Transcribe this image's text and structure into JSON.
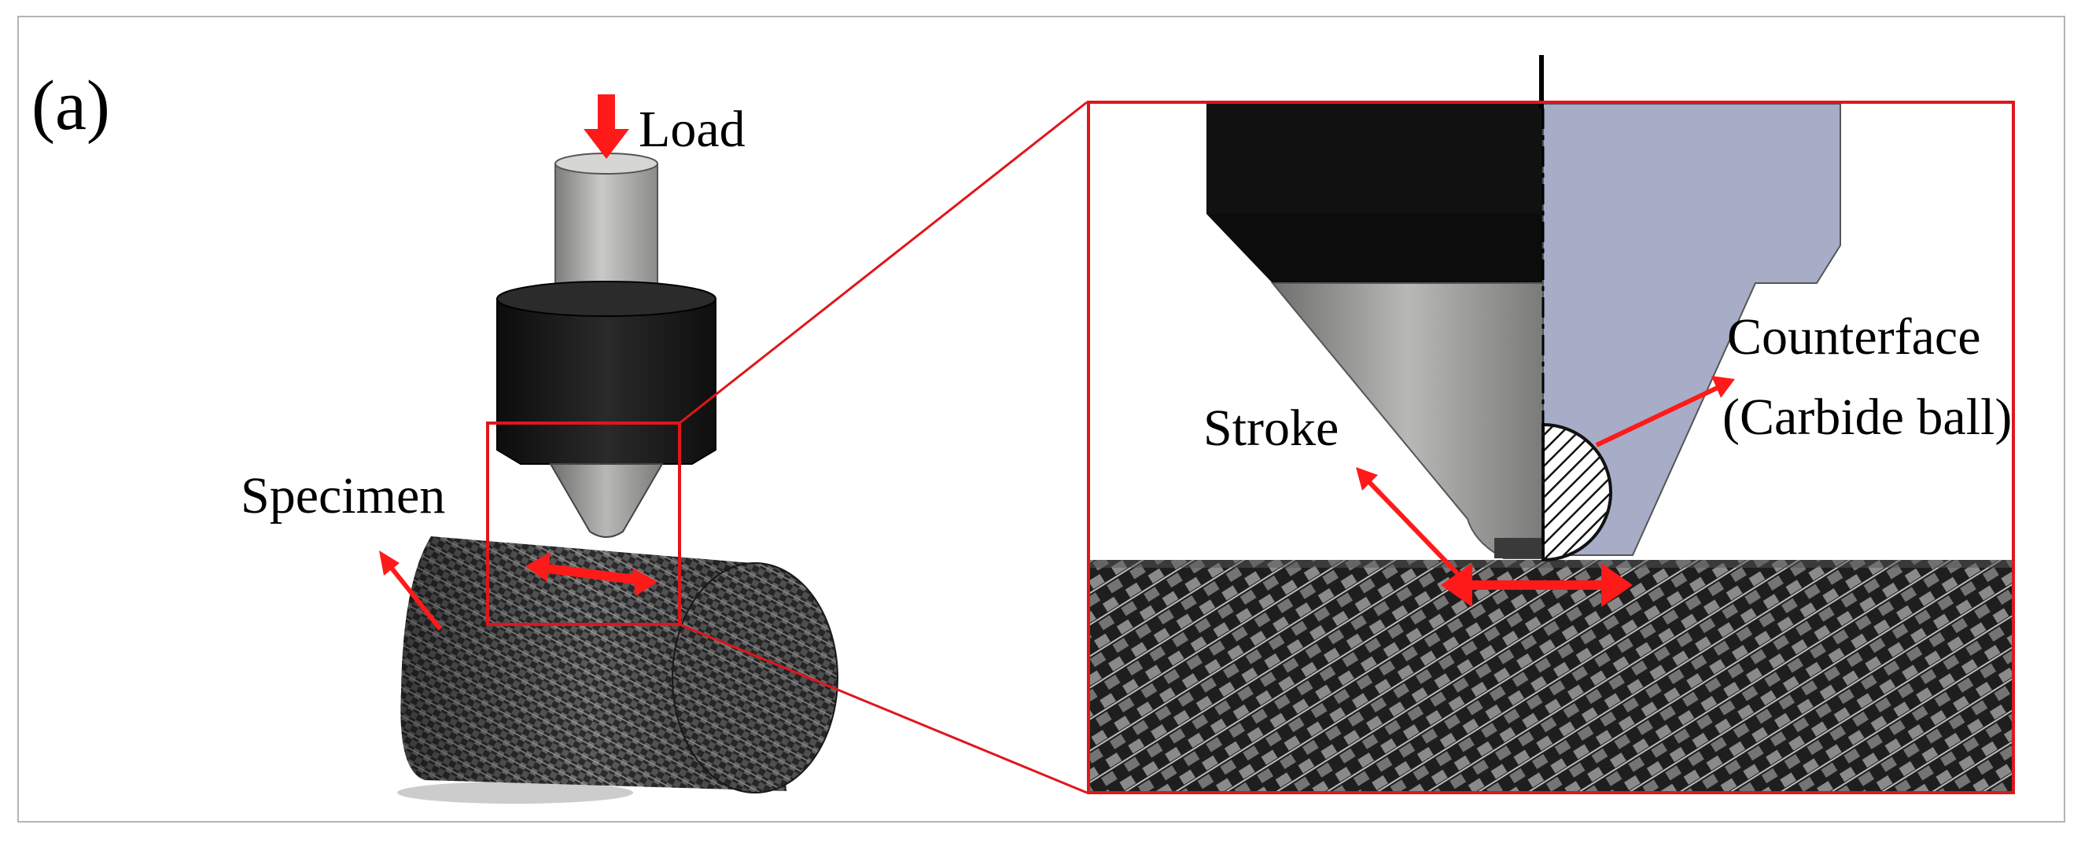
{
  "figure": {
    "panel_label": "(a)",
    "labels": {
      "load": "Load",
      "specimen": "Specimen",
      "stroke": "Stroke",
      "counterface": "Counterface",
      "counterface_detail": "(Carbide ball)"
    },
    "colors": {
      "annotation": "#ff1a1a",
      "zoom_box": "#e0161b",
      "holder_dark": "#141414",
      "pin_gray": "#a9aaa8",
      "cone_gray": "#8e8e8c",
      "section_fill": "#a7acc7",
      "specimen_weave": "#3a3a3a"
    },
    "icons": [
      "load-arrow-icon",
      "stroke-double-arrow-icon",
      "hatched-ball-icon"
    ]
  }
}
